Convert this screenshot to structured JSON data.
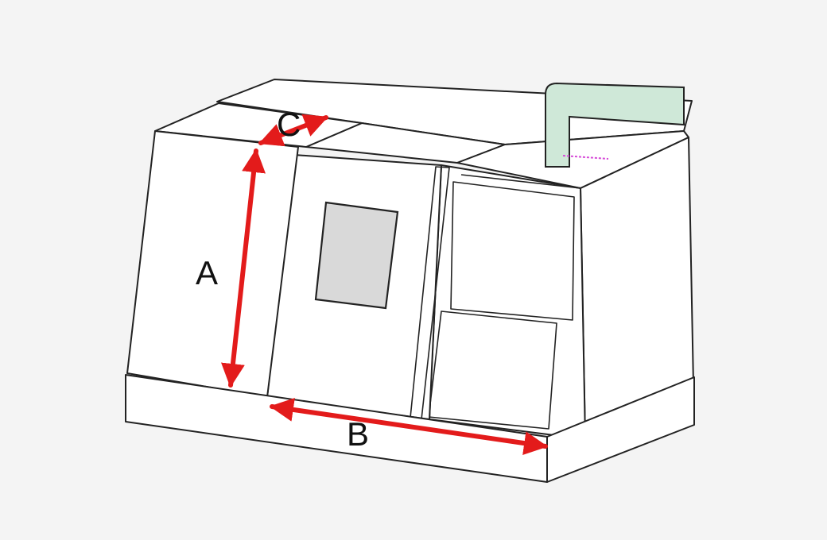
{
  "labels": {
    "a": "A",
    "b": "B",
    "c": "C"
  },
  "colors": {
    "dimension": "#e31b1b",
    "pipe": "#cfe8d8",
    "window": "#d9d9d9",
    "outline": "#222222"
  }
}
